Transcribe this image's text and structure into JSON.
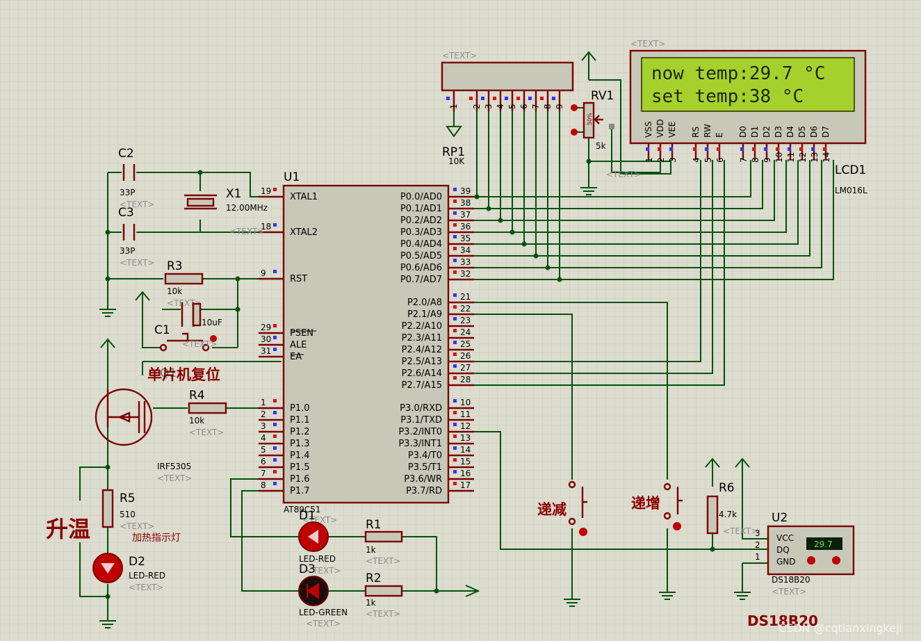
{
  "labels": {
    "text_tag": "<TEXT>",
    "u1": "U1",
    "u1_type": "AT89C51",
    "c2": "C2",
    "c3": "C3",
    "c2_val": "33P",
    "c3_val": "33P",
    "x1": "X1",
    "x1_val": "12.00MHz",
    "r3": "R3",
    "r3_val": "10k",
    "c1": "C1",
    "c1_val": "10uF",
    "reset_cn": "单片机复位",
    "q1": "Q1",
    "r4": "R4",
    "r4_val": "10k",
    "irf": "IRF5305",
    "r5": "R5",
    "r5_val": "510",
    "d2": "D2",
    "d2_type": "LED-RED",
    "heat_cn": "升温",
    "lamp_cn": "加热指示灯",
    "d1": "D1",
    "d1_type": "LED-RED",
    "d3": "D3",
    "d3_type": "LED-GREEN",
    "r1": "R1",
    "r1_val": "1k",
    "r2": "R2",
    "r2_val": "1k",
    "rp1": "RP1",
    "rp1_val": "10K",
    "rv1": "RV1",
    "rv1_val": "5k",
    "rv1_pct": "50%",
    "lcd1": "LCD1",
    "lcd_type": "LM016L",
    "dec_cn": "递减",
    "inc_cn": "递增",
    "r6": "R6",
    "r6_val": "4.7k",
    "u2": "U2",
    "ds_type": "DS18B20",
    "ds_big": "DS18B20",
    "vcc": "VCC",
    "dq": "DQ",
    "gnd": "GND",
    "ds_display": "29.7",
    "watermark": "CSDN @cqtianxingkeji"
  },
  "lcd": {
    "line1": "now temp:29.7 °C",
    "line2": "set temp:38   °C",
    "pins": [
      "VSS",
      "VDD",
      "VEE",
      "RS",
      "RW",
      "E",
      "D0",
      "D1",
      "D2",
      "D3",
      "D4",
      "D5",
      "D6",
      "D7"
    ],
    "pin_nums": [
      "1",
      "2",
      "3",
      "4",
      "5",
      "6",
      "7",
      "8",
      "9",
      "10",
      "11",
      "12",
      "13",
      "14"
    ]
  },
  "rp1_pins": [
    "1",
    "2",
    "3",
    "4",
    "5",
    "6",
    "7",
    "8",
    "9"
  ],
  "u1_left": [
    {
      "n": "19",
      "name": "XTAL1"
    },
    {
      "n": "18",
      "name": "XTAL2"
    },
    {
      "n": "9",
      "name": "RST"
    },
    {
      "n": "29",
      "name": "PSEN"
    },
    {
      "n": "30",
      "name": "ALE"
    },
    {
      "n": "31",
      "name": "EA"
    },
    {
      "n": "1",
      "name": "P1.0"
    },
    {
      "n": "2",
      "name": "P1.1"
    },
    {
      "n": "3",
      "name": "P1.2"
    },
    {
      "n": "4",
      "name": "P1.3"
    },
    {
      "n": "5",
      "name": "P1.4"
    },
    {
      "n": "6",
      "name": "P1.5"
    },
    {
      "n": "7",
      "name": "P1.6"
    },
    {
      "n": "8",
      "name": "P1.7"
    }
  ],
  "u1_right": [
    {
      "n": "39",
      "name": "P0.0/AD0"
    },
    {
      "n": "38",
      "name": "P0.1/AD1"
    },
    {
      "n": "37",
      "name": "P0.2/AD2"
    },
    {
      "n": "36",
      "name": "P0.3/AD3"
    },
    {
      "n": "35",
      "name": "P0.4/AD4"
    },
    {
      "n": "34",
      "name": "P0.5/AD5"
    },
    {
      "n": "33",
      "name": "P0.6/AD6"
    },
    {
      "n": "32",
      "name": "P0.7/AD7"
    },
    {
      "n": "21",
      "name": "P2.0/A8"
    },
    {
      "n": "22",
      "name": "P2.1/A9"
    },
    {
      "n": "23",
      "name": "P2.2/A10"
    },
    {
      "n": "24",
      "name": "P2.3/A11"
    },
    {
      "n": "25",
      "name": "P2.4/A12"
    },
    {
      "n": "26",
      "name": "P2.5/A13"
    },
    {
      "n": "27",
      "name": "P2.6/A14"
    },
    {
      "n": "28",
      "name": "P2.7/A15"
    },
    {
      "n": "10",
      "name": "P3.0/RXD"
    },
    {
      "n": "11",
      "name": "P3.1/TXD"
    },
    {
      "n": "12",
      "name": "P3.2/INT0"
    },
    {
      "n": "13",
      "name": "P3.3/INT1"
    },
    {
      "n": "14",
      "name": "P3.4/T0"
    },
    {
      "n": "15",
      "name": "P3.5/T1"
    },
    {
      "n": "16",
      "name": "P3.6/WR"
    },
    {
      "n": "17",
      "name": "P3.7/RD"
    }
  ]
}
